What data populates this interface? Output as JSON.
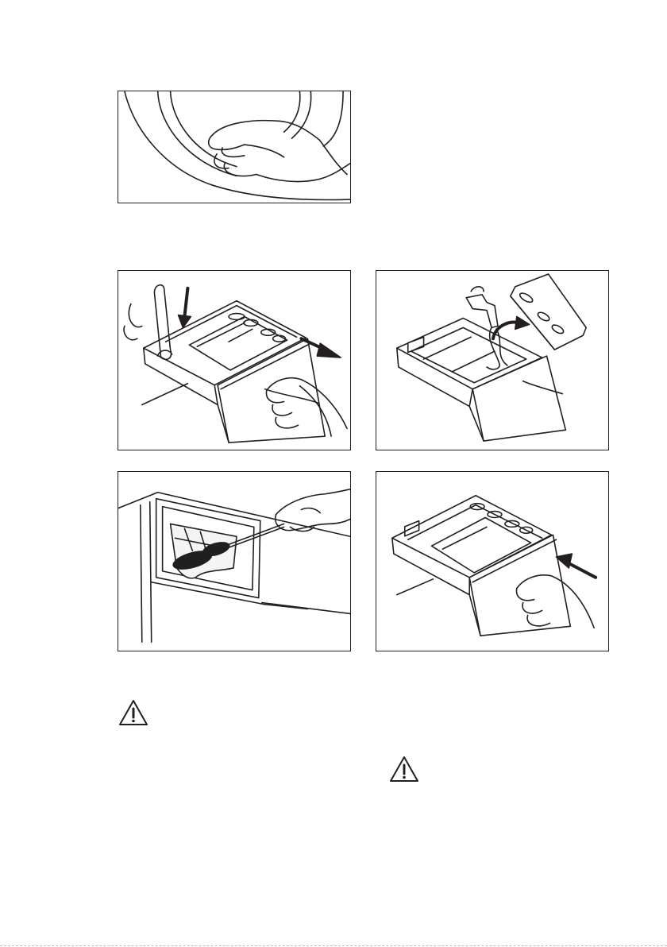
{
  "figures": [
    {
      "id": "p-door",
      "icon": "door-seal-clean-illustration"
    },
    {
      "id": "p-remove",
      "icon": "dispenser-removal-illustration"
    },
    {
      "id": "p-rinse",
      "icon": "dispenser-rinse-illustration"
    },
    {
      "id": "p-brush",
      "icon": "dispenser-recess-brush-illustration"
    },
    {
      "id": "p-insert",
      "icon": "dispenser-insert-illustration"
    }
  ],
  "warnings": [
    {
      "icon": "warning-triangle-icon"
    },
    {
      "icon": "warning-triangle-icon"
    }
  ],
  "colors": {
    "line": "#231f20",
    "background": "#ffffff"
  }
}
